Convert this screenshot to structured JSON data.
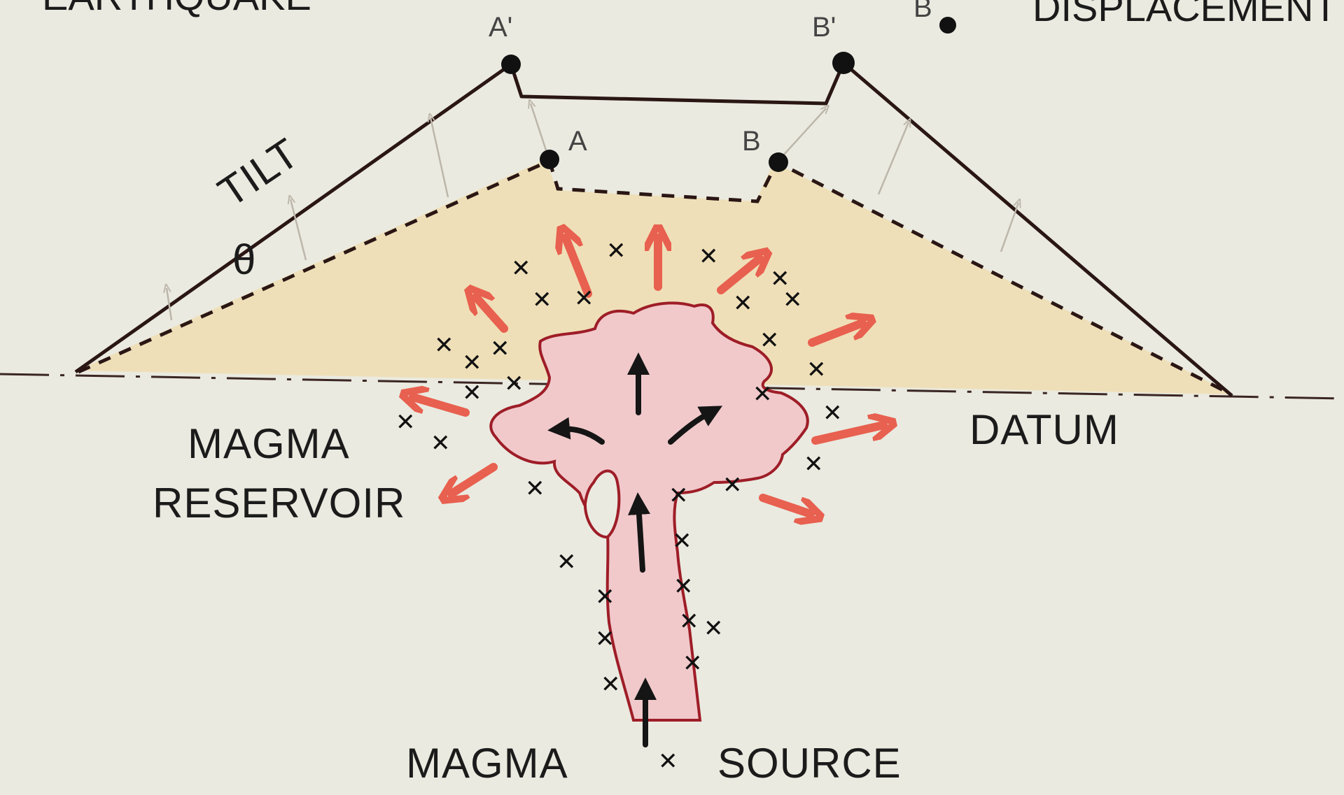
{
  "header": {
    "left_fragment": "EARTHQUAKE",
    "right_fragment": "DISPLACEMENT",
    "b_marker": "B"
  },
  "points": {
    "a_prime": "A'",
    "b_prime": "B'",
    "a": "A",
    "b": "B"
  },
  "labels": {
    "tilt": "TILT",
    "theta": "θ",
    "magma_reservoir_line1": "MAGMA",
    "magma_reservoir_line2": "RESERVOIR",
    "datum": "DATUM",
    "magma": "MAGMA",
    "source": "SOURCE"
  },
  "colors": {
    "background": "#eaeae0",
    "uplift_fill": "#f0ddb0",
    "reservoir_fill": "#f1c9cb",
    "reservoir_outline": "#9e1d27",
    "pressure_arrows": "#e8604f",
    "ink": "#1b1b1b"
  }
}
